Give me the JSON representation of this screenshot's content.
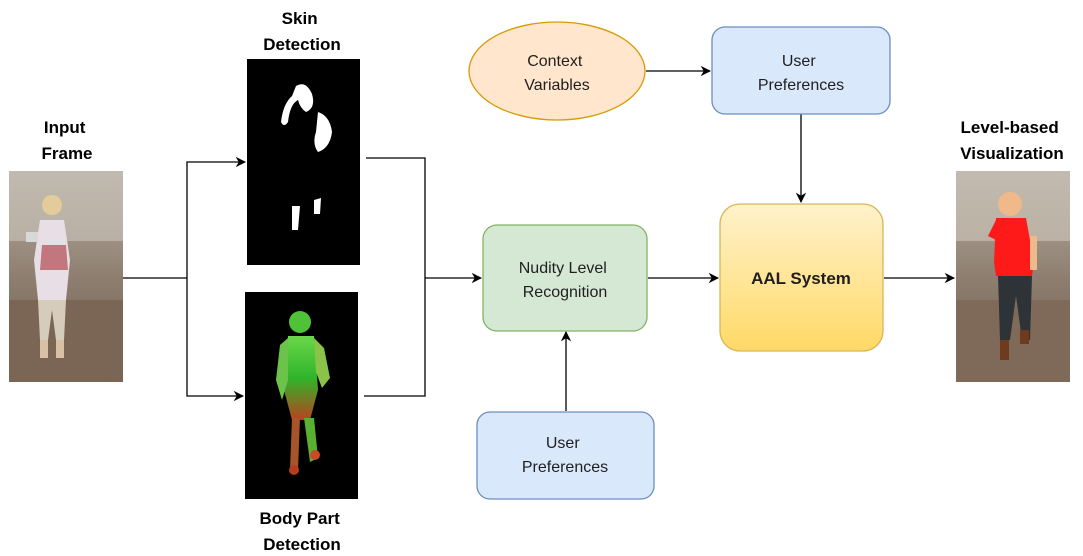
{
  "labels": {
    "input": [
      "Input",
      "Frame"
    ],
    "skin": [
      "Skin",
      "Detection"
    ],
    "body": [
      "Body Part",
      "Detection"
    ],
    "output": [
      "Level-based",
      "Visualization"
    ]
  },
  "nodes": {
    "context": [
      "Context",
      "Variables"
    ],
    "prefs_top": [
      "User",
      "Preferences"
    ],
    "nudity": [
      "Nudity Level",
      "Recognition"
    ],
    "prefs_bottom": [
      "User",
      "Preferences"
    ],
    "aal": "AAL System"
  },
  "images": {
    "input_frame": "photo-of-elderly-woman",
    "skin_mask": "binary-skin-mask",
    "body_parts": "body-part-segmentation-map",
    "visualization": "abstracted-avatar-visualization"
  },
  "colors": {
    "context_fill": "#ffe6cc",
    "context_stroke": "#d79b00",
    "prefs_fill": "#dae8fc",
    "prefs_stroke": "#6c8ebf",
    "nudity_fill": "#d5e8d4",
    "nudity_stroke": "#82b366",
    "aal_top": "#fff2cc",
    "aal_bottom": "#ffd966",
    "aal_stroke": "#d6b656"
  }
}
